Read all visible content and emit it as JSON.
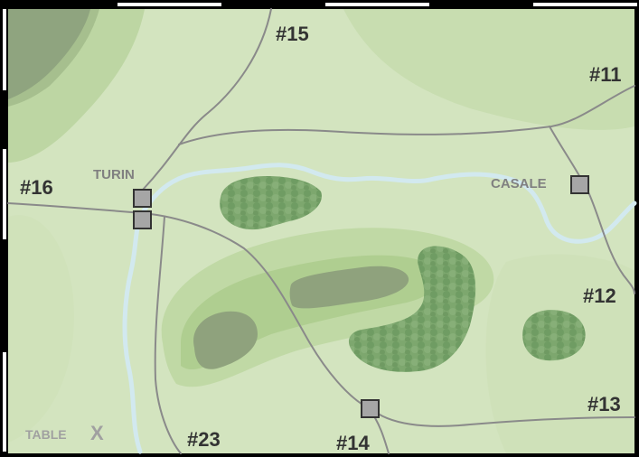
{
  "map": {
    "table_label": "TABLE",
    "table_letter": "X",
    "towns": [
      {
        "name": "TURIN"
      },
      {
        "name": "CASALE"
      }
    ],
    "road_labels": [
      {
        "label": "#15"
      },
      {
        "label": "#11"
      },
      {
        "label": "#16"
      },
      {
        "label": "#12"
      },
      {
        "label": "#13"
      },
      {
        "label": "#23"
      },
      {
        "label": "#14"
      }
    ]
  },
  "colors": {
    "ground": "#d3e4bf",
    "light_hill": "#c2dba8",
    "mid_hill": "#b3d293",
    "high_ground": "#8fa77d",
    "woods": "#7aa56c",
    "river": "#d2e9ef",
    "road": "#8a8a8a",
    "town_marker": "#a6a6a6",
    "frame": "#000000"
  }
}
